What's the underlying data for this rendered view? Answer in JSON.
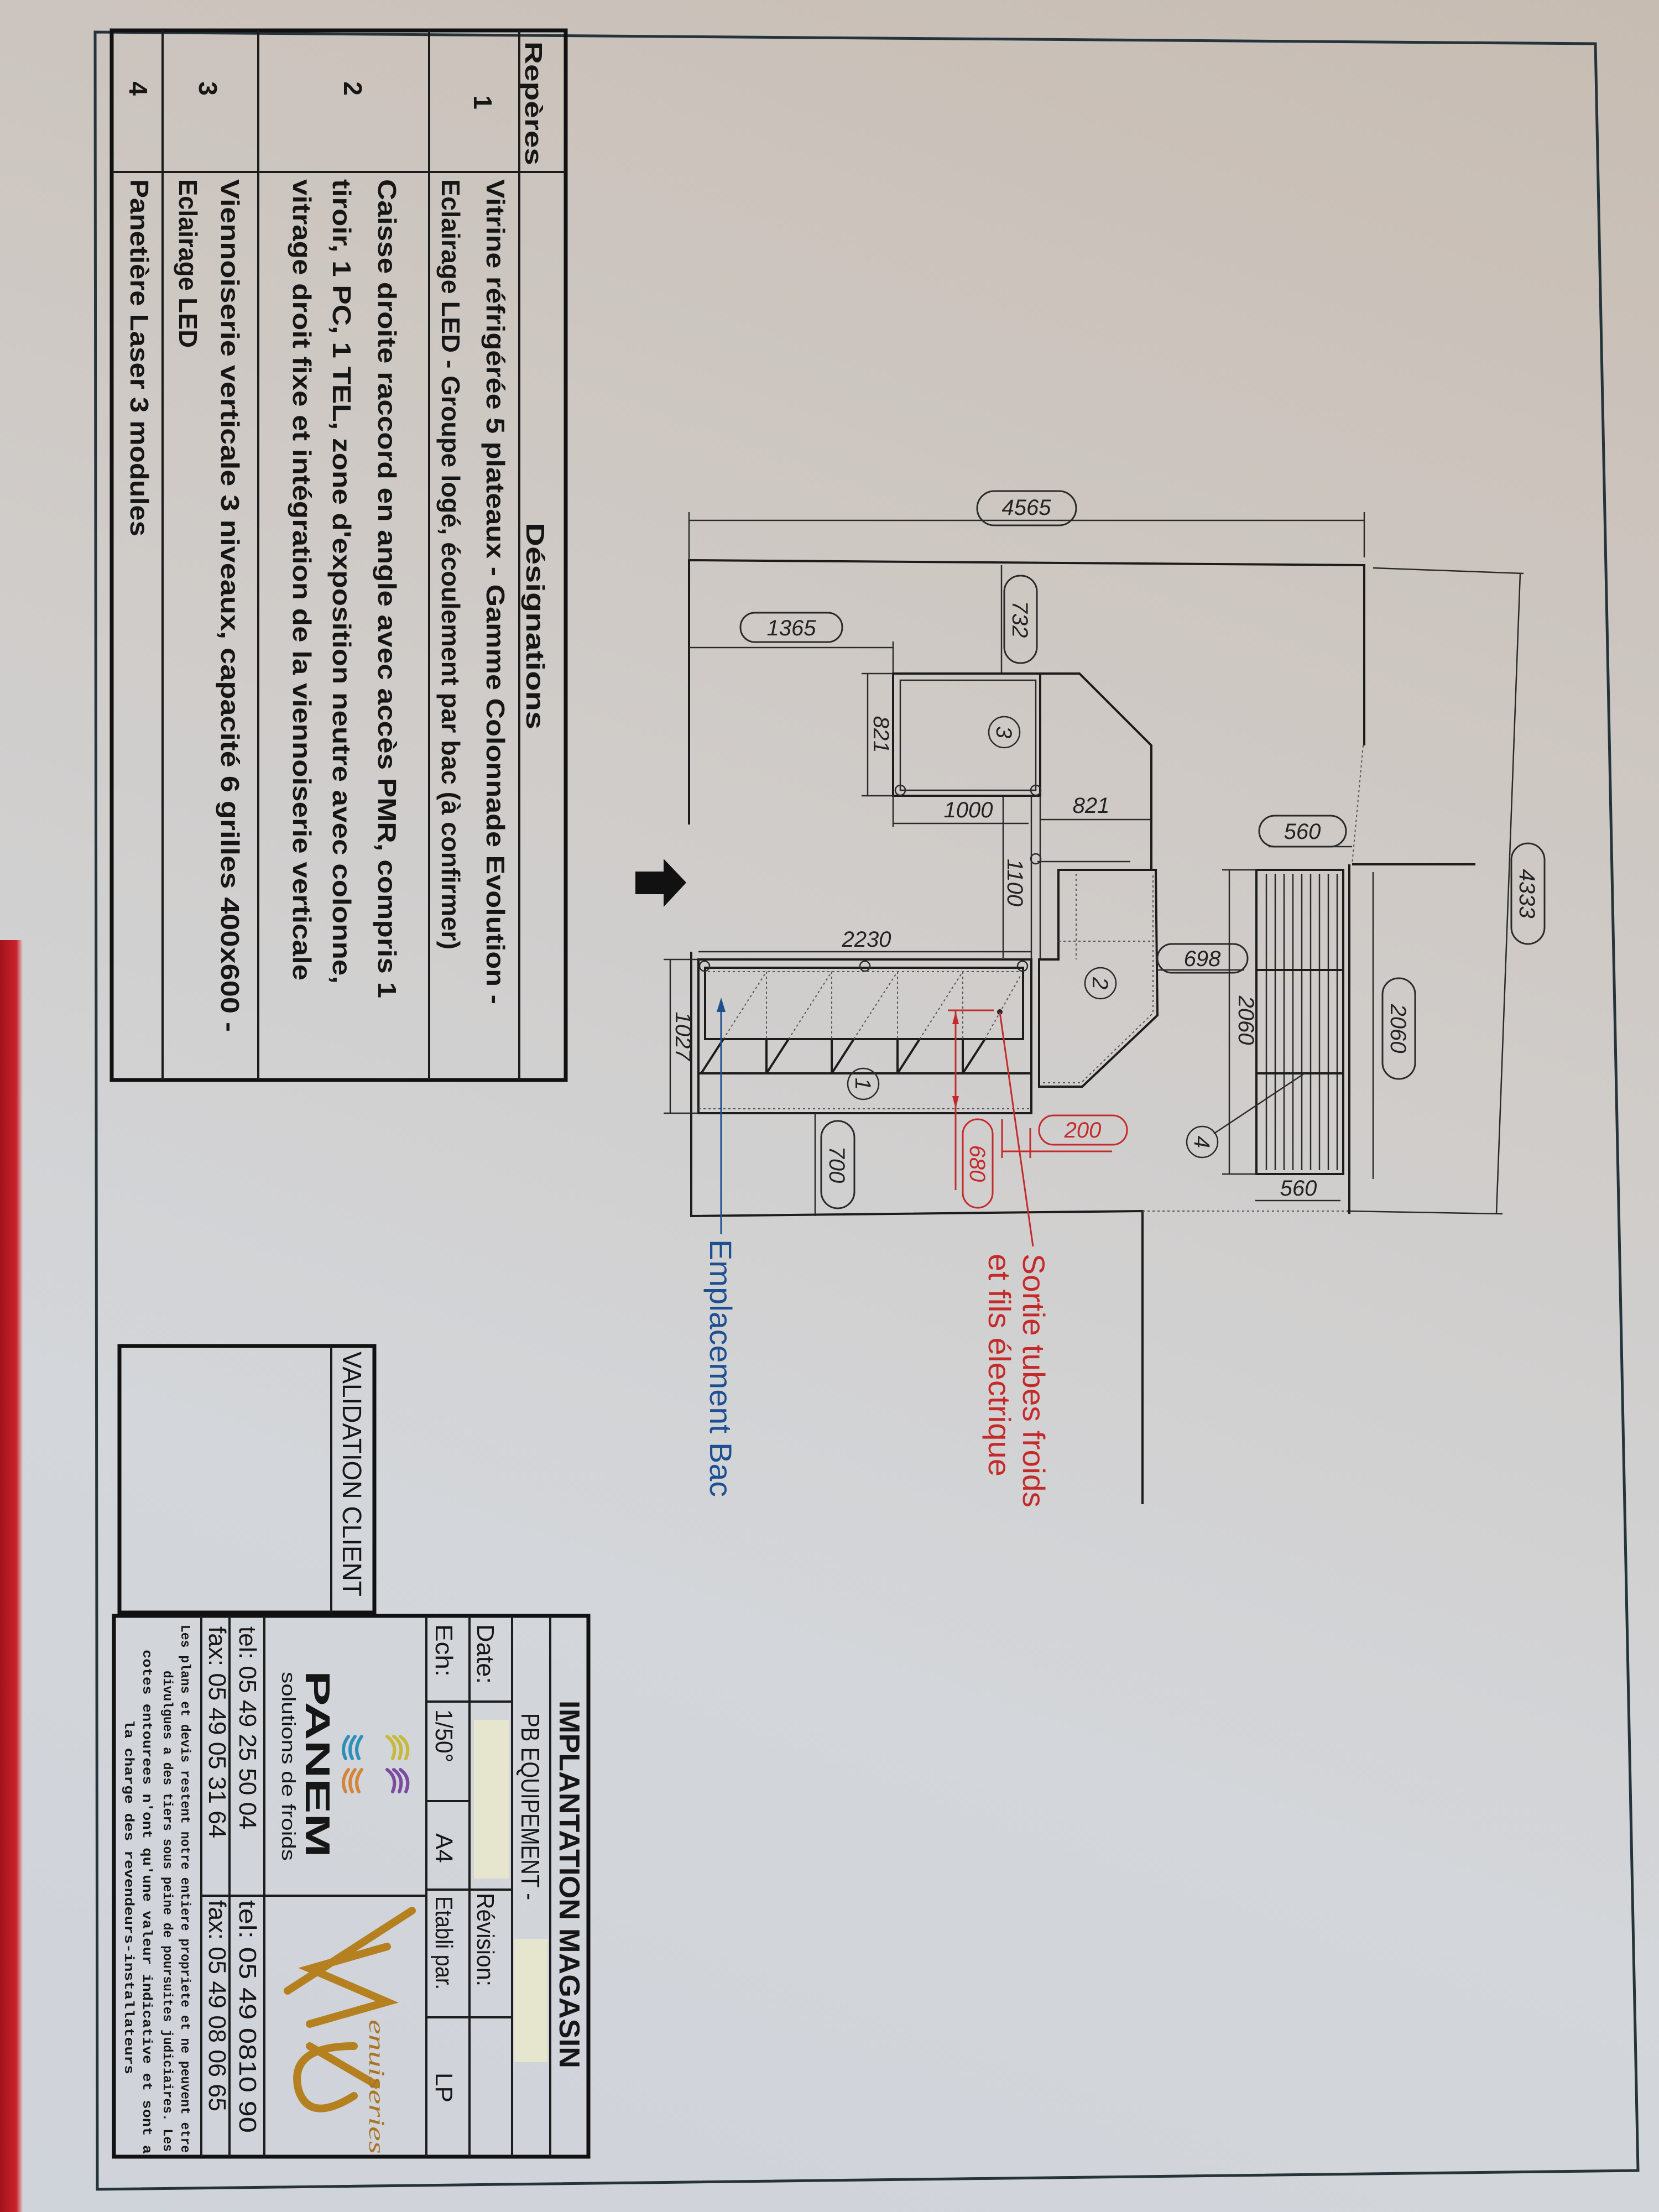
{
  "legend": {
    "header_reperes": "Repères",
    "header_designations": "Désignations",
    "rows": [
      {
        "num": "1",
        "lines": [
          "Vitrine réfrigérée 5 plateaux - Gamme Colonnade Evolution -",
          "Eclairage LED - Groupe logé, écoulement par bac (à confirmer)"
        ]
      },
      {
        "num": "2",
        "lines": [
          "Caisse droite raccord en angle avec accès PMR, compris 1",
          "tiroir, 1 PC, 1 TEL, zone d'exposition neutre avec colonne,",
          "vitrage droit fixe et intégration de la viennoiserie verticale"
        ]
      },
      {
        "num": "3",
        "lines": [
          "Viennoiserie verticale 3 niveaux, capacité 6 grilles 400x600 -",
          "Eclairage LED"
        ]
      },
      {
        "num": "4",
        "lines": [
          "Panetière Laser 3 modules"
        ]
      }
    ]
  },
  "validation": {
    "label": "VALIDATION CLIENT"
  },
  "title_block": {
    "title": "IMPLANTATION MAGASIN",
    "client": "PB EQUIPEMENT -",
    "date_label": "Date:",
    "revision_label": "Révision:",
    "ech_label": "Ech:",
    "scale": "1/50°",
    "format": "A4",
    "etabli_label": "Etabli par.",
    "etabli_value": "LP",
    "panem_name": "PANEM",
    "panem_tagline": "solutions de froids",
    "menuiseries_logo": "Menuiseries 2P",
    "menuiseries_text": "enuiseries",
    "tel_left": "tel: 05 49 25 50 04",
    "fax_left": "fax: 05 49 05 31 64",
    "tel_right": "tel: 05 49 0810 90",
    "fax_right": "fax: 05 49 08 06 65",
    "disclaimer": [
      "Les plans et devis restent notre entiere propriete et ne peuvent etre",
      "divulgues a des tiers sous peine de poursuites judiciaires. Les",
      "cotes entourees n'ont qu'une valeur indicative et sont a",
      "la charge des revendeurs-installateurs"
    ],
    "highlight_color": "#e6e6cf"
  },
  "plan": {
    "dimensions": {
      "total_width": "4565",
      "total_depth": "4333",
      "d1365": "1365",
      "d732": "732",
      "d821_v": "821",
      "d1000": "1000",
      "d821_h": "821",
      "d1100": "1100",
      "d2230": "2230",
      "d1027": "1027",
      "d700": "700",
      "d698": "698",
      "d560_top": "560",
      "d560_bottom": "560",
      "d2060_left": "2060",
      "d2060_right": "2060",
      "d680": "680",
      "d200": "200"
    },
    "markers": [
      "1",
      "2",
      "3",
      "4"
    ],
    "annotation_blue": "Emplacement Bac",
    "annotation_red": [
      "Sortie tubes froids",
      "et fils électrique"
    ],
    "colors": {
      "blue": "#1d4f91",
      "red": "#c42a2a",
      "logo_gold": "#b5801f"
    }
  }
}
